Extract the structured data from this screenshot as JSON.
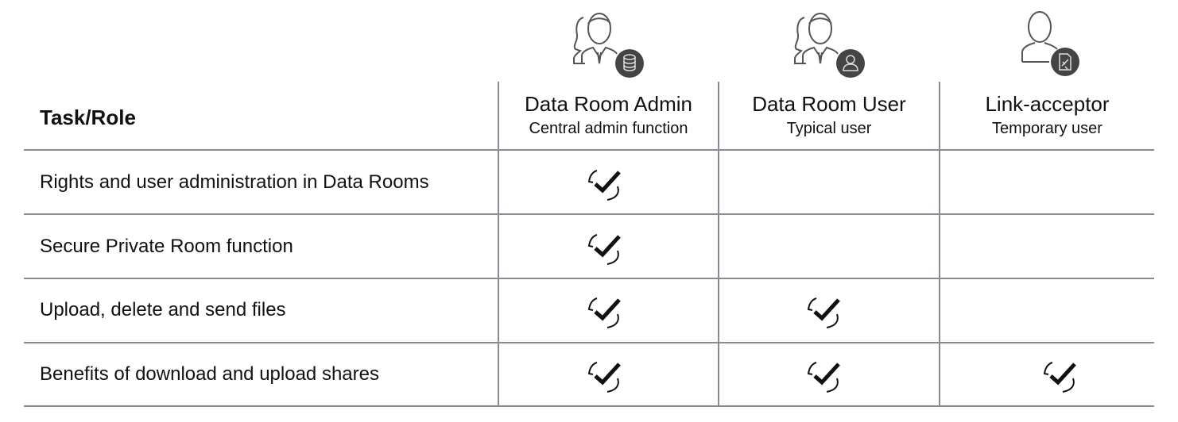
{
  "header": {
    "task_role": "Task/Role"
  },
  "roles": [
    {
      "title": "Data Room Admin",
      "subtitle": "Central admin function",
      "icon": "users-database-icon"
    },
    {
      "title": "Data Room User",
      "subtitle": "Typical user",
      "icon": "users-user-icon"
    },
    {
      "title": "Link-acceptor",
      "subtitle": "Temporary user",
      "icon": "user-link-file-icon"
    }
  ],
  "rows": [
    {
      "task": "Rights and user administration in Data Rooms",
      "checks": [
        true,
        false,
        false
      ]
    },
    {
      "task": "Secure Private Room function",
      "checks": [
        true,
        false,
        false
      ]
    },
    {
      "task": "Upload, delete and send files",
      "checks": [
        true,
        true,
        false
      ]
    },
    {
      "task": "Benefits of download and upload shares",
      "checks": [
        true,
        true,
        true
      ]
    }
  ]
}
